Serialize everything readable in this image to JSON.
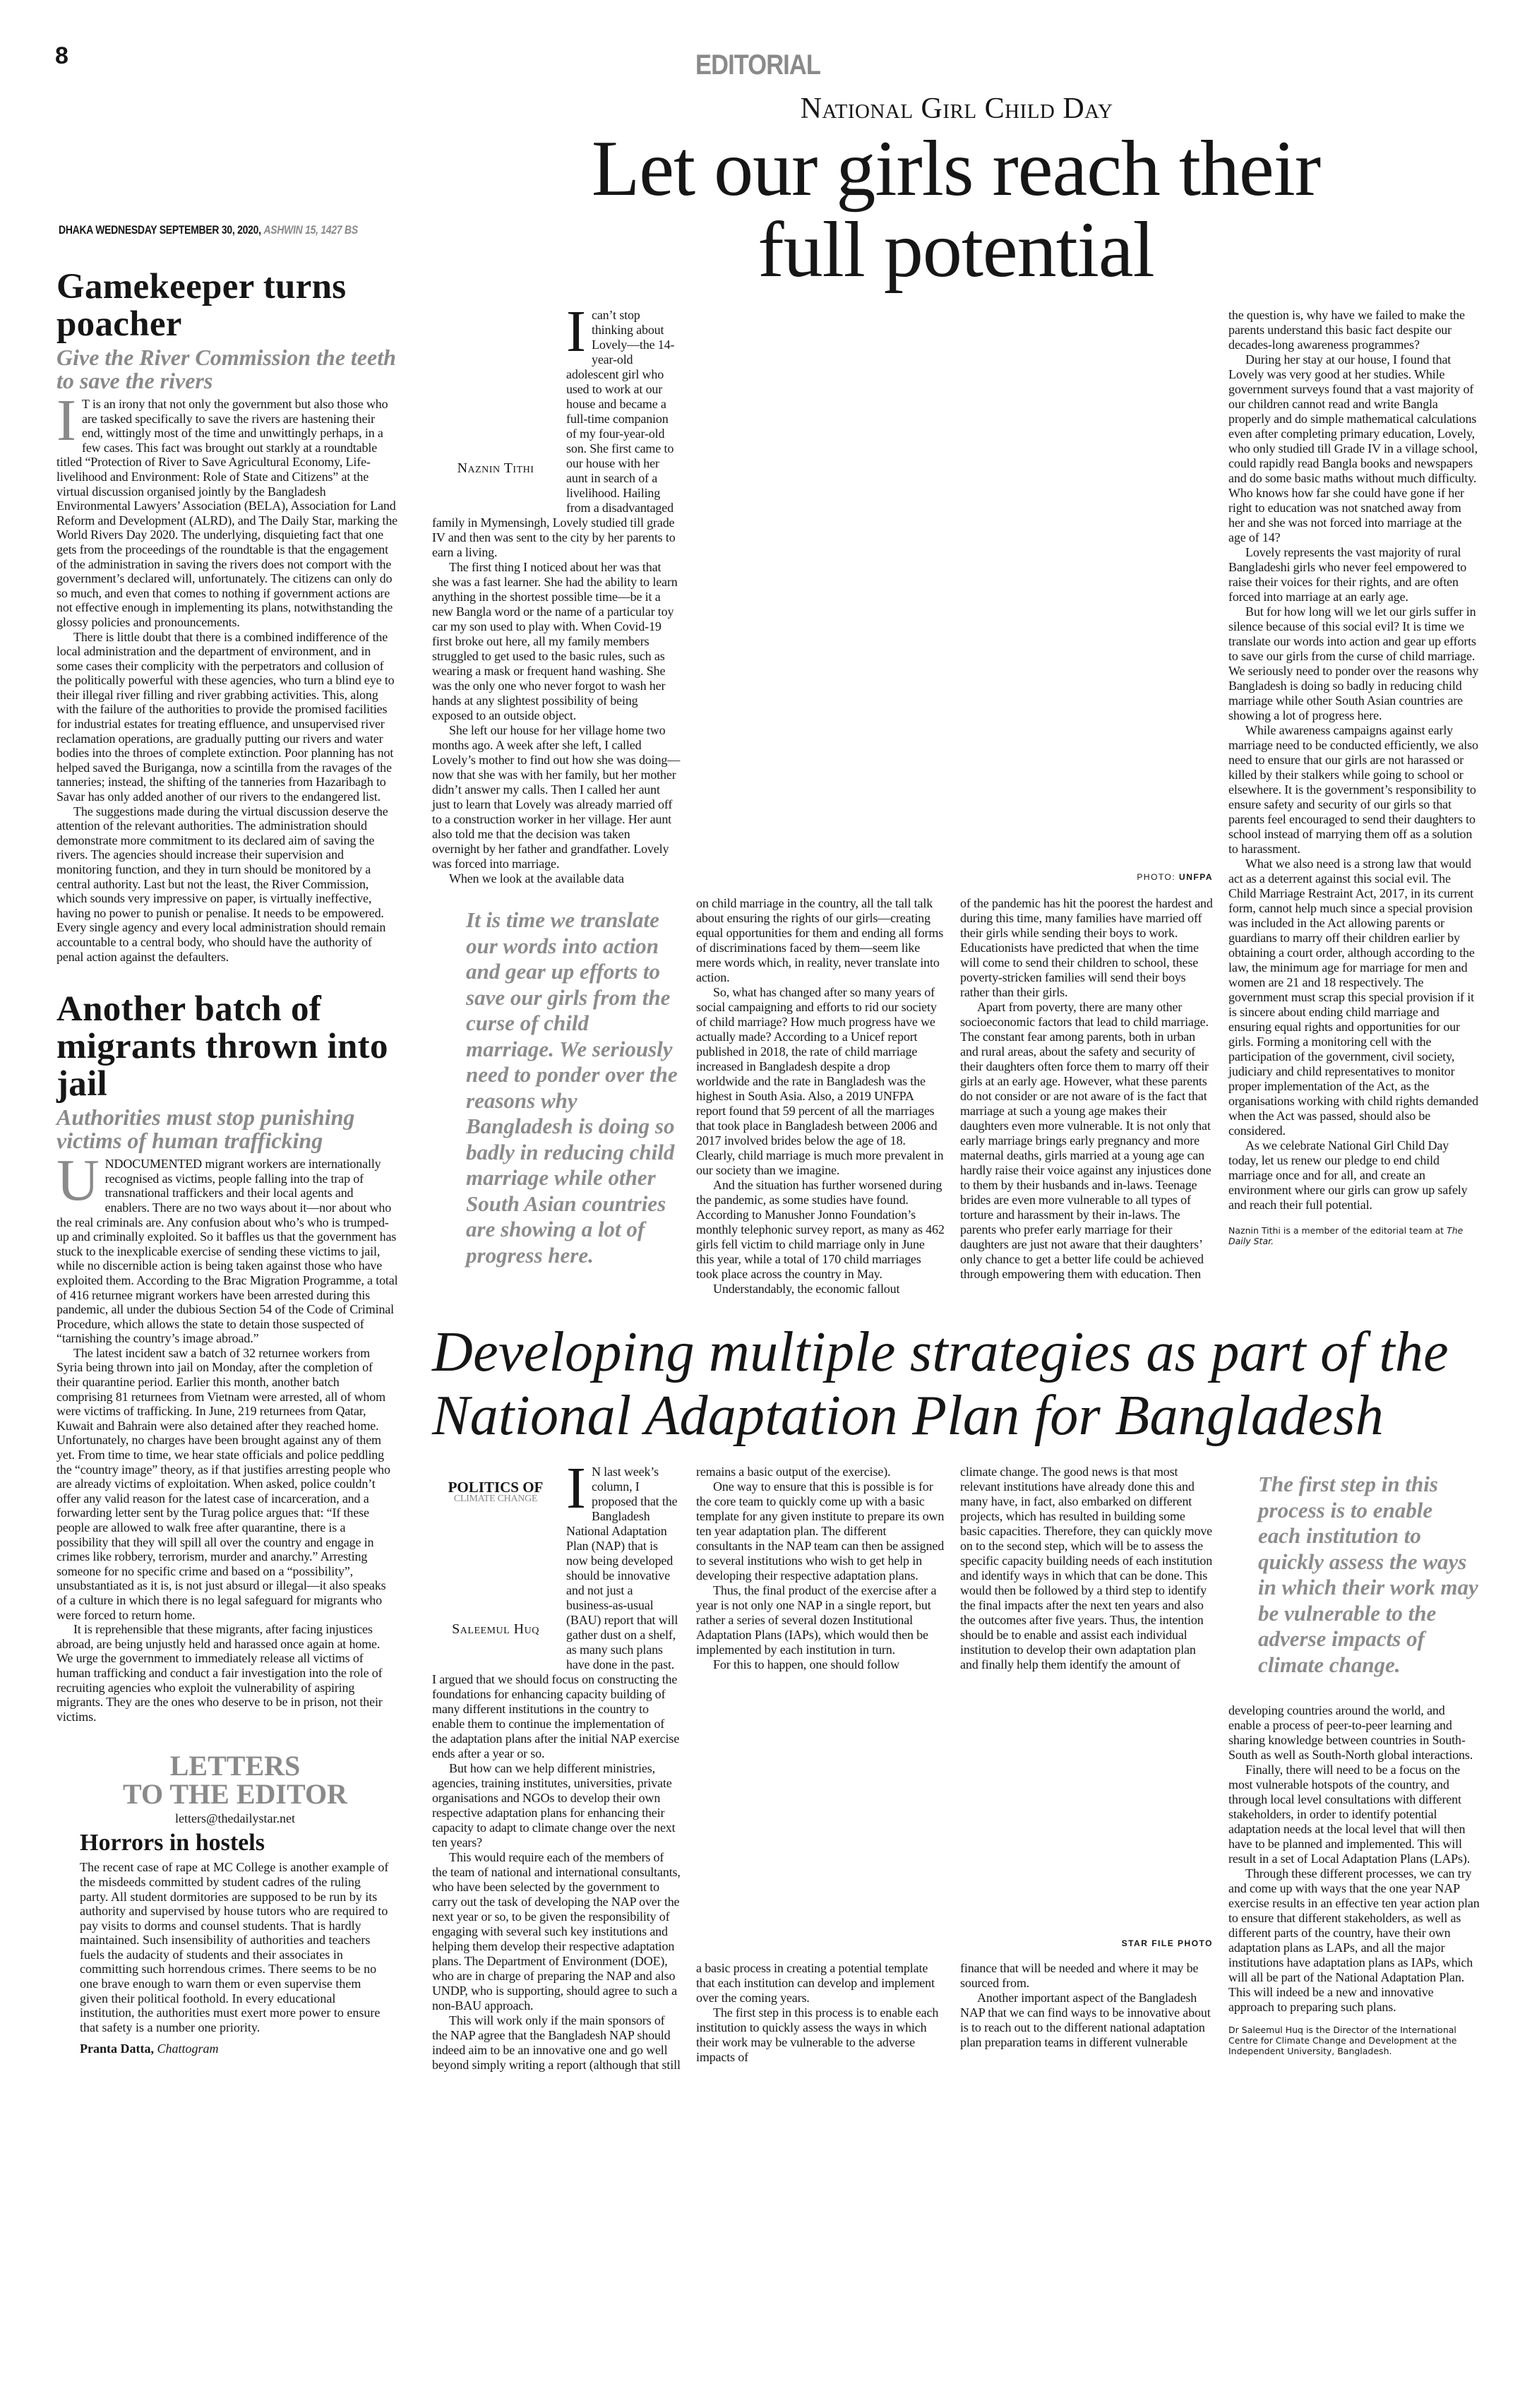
{
  "page": {
    "number": "8",
    "section": "EDITORIAL",
    "dateline": "DHAKA WEDNESDAY SEPTEMBER 30, 2020,",
    "dateline_bengali": "ASHWIN 15, 1427 BS"
  },
  "editorial_1": {
    "headline": "Gamekeeper turns poacher",
    "subhead": "Give the River Commission the teeth to save the rivers",
    "drop_cap": "I",
    "paragraphs": [
      "T is an irony that not only the government but also those who are tasked specifically to save the rivers are hastening their end, wittingly most of the time and unwittingly perhaps, in a few cases. This fact was brought out starkly at a roundtable titled “Protection of River to Save Agricultural Economy, Life-livelihood and Environment: Role of State and Citizens” at the virtual discussion organised jointly by the Bangladesh Environmental Lawyers’ Association (BELA), Association for Land Reform and Development (ALRD), and The Daily Star, marking the World Rivers Day 2020. The underlying, disquieting fact that one gets from the proceedings of the roundtable is that the engagement of the administration in saving the rivers does not comport with the government’s declared will, unfortunately. The citizens can only do so much, and even that comes to nothing if government actions are not effective enough in implementing its plans, notwithstanding the glossy policies and pronouncements.",
      "There is little doubt that there is a combined indifference of the local administration and the department of environment, and in some cases their complicity with the perpetrators and collusion of the politically powerful with these agencies, who turn a blind eye to their illegal river filling and river grabbing activities. This, along with the failure of the authorities to provide the promised facilities for industrial estates for treating effluence, and unsupervised river reclamation operations, are gradually putting our rivers and water bodies into the throes of complete extinction. Poor planning has not helped saved the Buriganga, now a scintilla from the ravages of the tanneries; instead, the shifting of the tanneries from Hazaribagh to Savar has only added another of our rivers to the endangered list.",
      "The suggestions made during the virtual discussion deserve the attention of the relevant authorities. The administration should demonstrate more commitment to its declared aim of saving the rivers. The agencies should increase their supervision and monitoring function, and they in turn should be monitored by a central authority. Last but not the least, the River Commission, which sounds very impressive on paper, is virtually ineffective, having no power to punish or penalise. It needs to be empowered. Every single agency and every local administration should remain accountable to a central body, who should have the authority of penal action against the defaulters."
    ]
  },
  "editorial_2": {
    "headline": "Another batch of migrants thrown into jail",
    "subhead": "Authorities must stop punishing victims of human trafficking",
    "drop_cap": "U",
    "paragraphs": [
      "NDOCUMENTED migrant workers are internationally recognised as victims, people falling into the trap of transnational traffickers and their local agents and enablers. There are no two ways about it—nor about who the real criminals are. Any confusion about who’s who is trumped-up and criminally exploited. So it baffles us that the government has stuck to the inexplicable exercise of sending these victims to jail, while no discernible action is being taken against those who have exploited them. According to the Brac Migration Programme, a total of 416 returnee migrant workers have been arrested during this pandemic, all under the dubious Section 54 of the Code of Criminal Procedure, which allows the state to detain those suspected of “tarnishing the country’s image abroad.”",
      "The latest incident saw a batch of 32 returnee workers from Syria being thrown into jail on Monday, after the completion of their quarantine period. Earlier this month, another batch comprising 81 returnees from Vietnam were arrested, all of whom were victims of trafficking. In June, 219 returnees from Qatar, Kuwait and Bahrain were also detained after they reached home. Unfortunately, no charges have been brought against any of them yet. From time to time, we hear state officials and police peddling the “country image” theory, as if that justifies arresting people who are already victims of exploitation. When asked, police couldn’t offer any valid reason for the latest case of incarceration, and a forwarding letter sent by the Turag police argues that: “If these people are allowed to walk free after quarantine, there is a possibility that they will spill all over the country and engage in crimes like robbery, terrorism, murder and anarchy.” Arresting someone for no specific crime and based on a “possibility”, unsubstantiated as it is, is not just absurd or illegal—it also speaks of a culture in which there is no legal safeguard for migrants who were forced to return home.",
      "It is reprehensible that these migrants, after facing injustices abroad, are being unjustly held and harassed once again at home. We urge the government to immediately release all victims of human trafficking and conduct a fair investigation into the role of recruiting agencies who exploit the vulnerability of aspiring migrants. They are the ones who deserve to be in prison, not their victims."
    ]
  },
  "letters": {
    "title_line1": "LETTERS",
    "title_line2": "TO THE EDITOR",
    "email": "letters@thedailystar.net",
    "letter_title": "Horrors in hostels",
    "body": "The recent case of rape at MC College is another example of the misdeeds committed by student cadres of the ruling party. All student dormitories are supposed to be run by its authority and supervised by house tutors who are required to pay visits to dorms and counsel students. That is hardly maintained. Such insensibility of authorities and teachers fuels the audacity of students and their associates in committing such horrendous crimes. There seems to be no one brave enough to warn them or even supervise them given their political foothold. In every educational institution, the authorities must exert more power to ensure that safety is a number one priority.",
    "author": "Pranta Datta,",
    "location": "Chattogram"
  },
  "girl_child_article": {
    "kicker": "National Girl Child Day",
    "headline_line1": "Let our girls reach their",
    "headline_line2": "full potential",
    "byline": "Naznin Tithi",
    "drop_cap": "I",
    "col_top": [
      "can’t stop thinking about Lovely—the 14-year-old adolescent girl who used to work at our house and became a full-time companion of my four-year-old son. She first came to our house with her aunt in search of a livelihood. Hailing from a disadvantaged family in Mymensingh, Lovely studied till grade IV and then was sent to the city by her parents to earn a living.",
      "The first thing I noticed about her was that she was a fast learner. She had the ability to learn anything in the shortest possible time—be it a new Bangla word or the name of a particular toy car my son used to play with. When Covid-19 first broke out here, all my family members struggled to get used to the basic rules, such as wearing a mask or frequent hand washing. She was the only one who never forgot to wash her hands at any slightest possibility of being exposed to an outside object.",
      "She left our house for her village home two months ago. A week after she left, I called Lovely’s mother to find out how she was doing—now that she was with her family, but her mother didn’t answer my calls. Then I called her aunt just to learn that Lovely was already married off to a construction worker in her village. Her aunt also told me that the decision was taken overnight by her father and grandfather. Lovely was forced into marriage.",
      "When we look at the available data"
    ],
    "photo_credit_label": "PHOTO:",
    "photo_credit_source": "UNFPA",
    "pull_quote": "It is time we translate our words into action and gear up efforts to save our girls from the curse of child marriage. We seriously need to ponder over the reasons why Bangladesh is doing so badly in reducing child marriage while other South Asian countries are showing a lot of progress here.",
    "col_a": [
      "on child marriage in the country, all the tall talk about ensuring the rights of our girls—creating equal opportunities for them and ending all forms of discriminations faced by them—seem like mere words which, in reality, never translate into action.",
      "So, what has changed after so many years of social campaigning and efforts to rid our society of child marriage? How much progress have we actually made? According to a Unicef report published in 2018, the rate of child marriage increased in Bangladesh despite a drop worldwide and the rate in Bangladesh was the highest in South Asia. Also, a 2019 UNFPA report found that 59 percent of all the marriages that took place in Bangladesh between 2006 and 2017 involved brides below the age of 18. Clearly, child marriage is much more prevalent in our society than we imagine.",
      "And the situation has further worsened during the pandemic, as some studies have found. According to Manusher Jonno Foundation’s monthly telephonic survey report, as many as 462 girls fell victim to child marriage only in June this year, while a total of 170 child marriages took place across the country in May.",
      "Understandably, the economic fallout"
    ],
    "col_b": [
      "of the pandemic has hit the poorest the hardest and during this time, many families have married off their girls while sending their boys to work. Educationists have predicted that when the time will come to send their children to school, these poverty-stricken families will send their boys rather than their girls.",
      "Apart from poverty, there are many other socioeconomic factors that lead to child marriage. The constant fear among parents, both in urban and rural areas, about the safety and security of their daughters often force them to marry off their girls at an early age. However, what these parents do not consider or are not aware of is the fact that marriage at such a young age makes their daughters even more vulnerable. It is not only that early marriage brings early pregnancy and more maternal deaths, girls married at a young age can hardly raise their voice against any injustices done to them by their husbands and in-laws. Teenage brides are even more vulnerable to all types of torture and harassment by their in-laws. The parents who prefer early marriage for their daughters are just not aware that their daughters’ only chance to get a better life could be achieved through empowering them with education. Then"
    ],
    "col_right": [
      "the question is, why have we failed to make the parents understand this basic fact despite our decades-long awareness programmes?",
      "During her stay at our house, I found that Lovely was very good at her studies. While government surveys found that a vast majority of our children cannot read and write Bangla properly and do simple mathematical calculations even after completing primary education, Lovely, who only studied till Grade IV in a village school, could rapidly read Bangla books and newspapers and do some basic maths without much difficulty. Who knows how far she could have gone if her right to education was not snatched away from her and she was not forced into marriage at the age of 14?",
      "Lovely represents the vast majority of rural Bangladeshi girls who never feel empowered to raise their voices for their rights, and are often forced into marriage at an early age.",
      "But for how long will we let our girls suffer in silence because of this social evil? It is time we translate our words into action and gear up efforts to save our girls from the curse of child marriage. We seriously need to ponder over the reasons why Bangladesh is doing so badly in reducing child marriage while other South Asian countries are showing a lot of progress here.",
      "While awareness campaigns against early marriage need to be conducted efficiently, we also need to ensure that our girls are not harassed or killed by their stalkers while going to school or elsewhere. It is the government’s responsibility to ensure safety and security of our girls so that parents feel encouraged to send their daughters to school instead of marrying them off as a solution to harassment.",
      "What we also need is a strong law that would act as a deterrent against this social evil. The Child Marriage Restraint Act, 2017, in its current form, cannot help much since a special provision was included in the Act allowing parents or guardians to marry off their children earlier by obtaining a court order, although according to the law, the minimum age for marriage for men and women are 21 and 18 respectively. The government must scrap this special provision if it is sincere about ending child marriage and ensuring equal rights and opportunities for our girls. Forming a monitoring cell with the participation of the government, civil society, judiciary and child representatives to monitor proper implementation of the Act, as the organisations working with child rights demanded when the Act was passed, should also be considered.",
      "As we celebrate National Girl Child Day today, let us renew our pledge to end child marriage once and for all, and create an environment where our girls can grow up safely and reach their full potential."
    ],
    "author_note": "Naznin Tithi is a member of the editorial team at",
    "author_note_publication": "The Daily Star."
  },
  "climate_article": {
    "headline_line1": "Developing multiple strategies as part of the",
    "headline_line2": "National Adaptation Plan for Bangladesh",
    "column_label_line1": "POLITICS OF",
    "column_label_line2": "CLIMATE CHANGE",
    "byline": "Saleemul Huq",
    "drop_cap": "I",
    "col_1": [
      "N last week’s column, I proposed that the Bangladesh National Adaptation Plan (NAP) that is now being developed should be innovative and not just a business-as-usual (BAU) report that will gather dust on a shelf, as many such plans have done in the past. I argued that we should focus on constructing the foundations for enhancing capacity building of many different institutions in the country to enable them to continue the implementation of the adaptation plans after the initial NAP exercise ends after a year or so.",
      "But how can we help different ministries, agencies, training institutes, universities, private organisations and NGOs to develop their own respective adaptation plans for enhancing their capacity to adapt to climate change over the next ten years?",
      "This would require each of the members of the team of national and international consultants, who have been selected by the government to carry out the task of developing the NAP over the next year or so, to be given the responsibility of engaging with several such key institutions and helping them develop their respective adaptation plans. The Department of Environment (DOE), who are in charge of preparing the NAP and also UNDP, who is supporting, should agree to such a non-BAU approach.",
      "This will work only if the main sponsors of the NAP agree that the Bangladesh NAP should indeed aim to be an innovative one and go well beyond simply writing a report (although that still"
    ],
    "col_2_top": [
      "remains a basic output of the exercise).",
      "One way to ensure that this is possible is for the core team to quickly come up with a basic template for any given institute to prepare its own ten year adaptation plan. The different consultants in the NAP team can then be assigned to several institutions who wish to get help in developing their respective adaptation plans.",
      "Thus, the final product of the exercise after a year is not only one NAP in a single report, but rather a series of several dozen Institutional Adaptation Plans (IAPs), which would then be implemented by each institution in turn.",
      "For this to happen, one should follow"
    ],
    "col_2_bottom": [
      "a basic process in creating a potential template that each institution can develop and implement over the coming years.",
      "The first step in this process is to enable each institution to quickly assess the ways in which their work may be vulnerable to the adverse impacts of"
    ],
    "col_3_top": [
      "climate change. The good news is that most relevant institutions have already done this and many have, in fact, also embarked on different projects, which has resulted in building some basic capacities. Therefore, they can quickly move on to the second step, which will be to assess the specific capacity building needs of each institution and identify ways in which that can be done. This would then be followed by a third step to identify the final impacts after the next ten years and also the outcomes after five years. Thus, the intention should be to enable and assist each individual institution to develop their own adaptation plan and finally help them identify the amount of"
    ],
    "col_3_bottom": [
      "finance that will be needed and where it may be sourced from.",
      "Another important aspect of the Bangladesh NAP that we can find ways to be innovative about is to reach out to the different national adaptation plan preparation teams in different vulnerable"
    ],
    "photo_credit": "STAR FILE PHOTO",
    "pull_quote": "The first step in this process is to enable each institution to quickly assess the ways in which their work may be vulnerable to the adverse impacts of climate change.",
    "col_4": [
      "developing countries around the world, and enable a process of peer-to-peer learning and sharing knowledge between countries in South-South as well as South-North global interactions.",
      "Finally, there will need to be a focus on the most vulnerable hotspots of the country, and through local level consultations with different stakeholders, in order to identify potential adaptation needs at the local level that will then have to be planned and implemented. This will result in a set of Local Adaptation Plans (LAPs).",
      "Through these different processes, we can try and come up with ways that the one year NAP exercise results in an effective ten year action plan to ensure that different stakeholders, as well as different parts of the country, have their own adaptation plans as LAPs, and all the major institutions have adaptation plans as IAPs, which will all be part of the National Adaptation Plan. This will indeed be a new and innovative approach to preparing such plans."
    ],
    "author_note": "Dr Saleemul Huq is the Director of the International Centre for Climate Change and Development at the Independent University, Bangladesh."
  }
}
